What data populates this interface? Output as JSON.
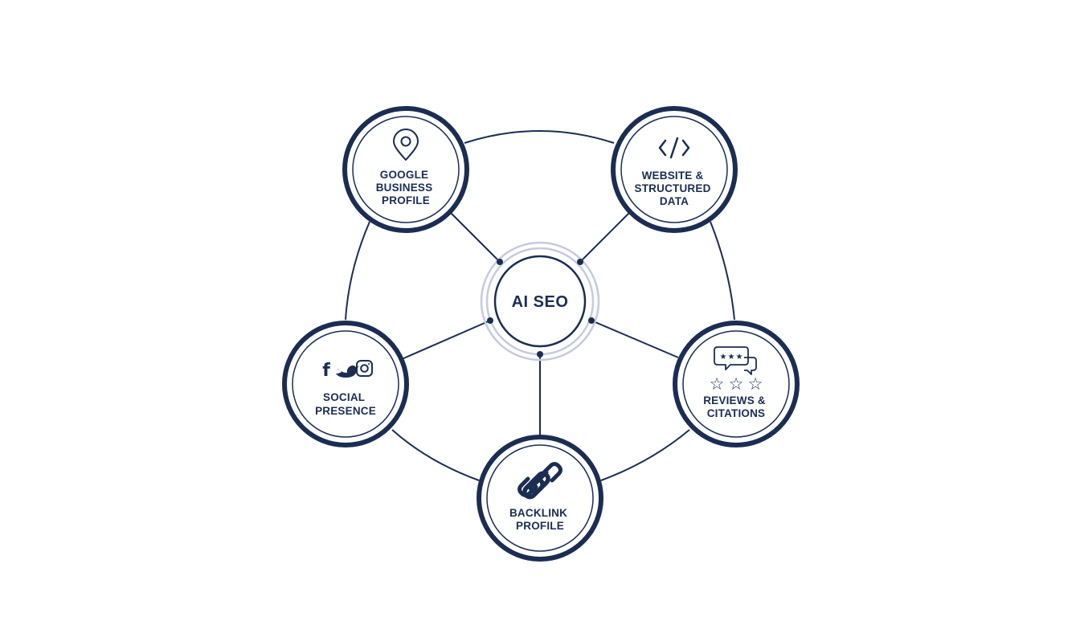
{
  "colors": {
    "navy": "#1b2d52",
    "hub_ring": "#c5cade",
    "background": "#ffffff"
  },
  "hub": {
    "label": "AI SEO"
  },
  "nodes": [
    {
      "id": "google",
      "lines": [
        "GOOGLE",
        "BUSINESS",
        "PROFILE"
      ],
      "icon": "map-pin-icon"
    },
    {
      "id": "website",
      "lines": [
        "WEBSITE &",
        "STRUCTURED",
        "DATA"
      ],
      "icon": "code-brackets-icon"
    },
    {
      "id": "social",
      "lines": [
        "SOCIAL",
        "PRESENCE"
      ],
      "icon": "social-media-icons"
    },
    {
      "id": "reviews",
      "lines": [
        "REVIEWS &",
        "CITATIONS"
      ],
      "icon": "review-stars-icon"
    },
    {
      "id": "backlink",
      "lines": [
        "BACKLINK",
        "PROFILE"
      ],
      "icon": "chain-link-icon"
    }
  ]
}
